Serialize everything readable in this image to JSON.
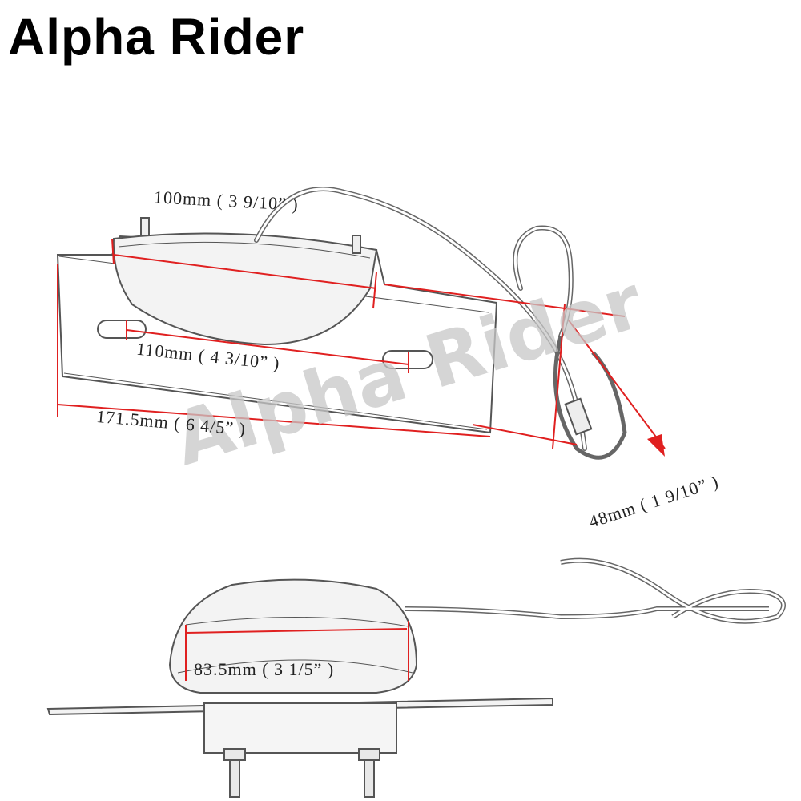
{
  "brand": {
    "title": "Alpha Rider"
  },
  "watermark": {
    "text": "Alpha Rider"
  },
  "dimensions": {
    "lens_width": "100mm ( 3 9/10” )",
    "hole_spacing": "110mm ( 4 3/10” )",
    "plate_length": "171.5mm ( 6 4/5” )",
    "plate_height": "48mm ( 1 9/10” )",
    "lens_front_width": "83.5mm ( 3 1/5” )"
  },
  "colors": {
    "dimension_line": "#e02020",
    "outline": "#555555",
    "watermark": "#c8c8c8"
  }
}
